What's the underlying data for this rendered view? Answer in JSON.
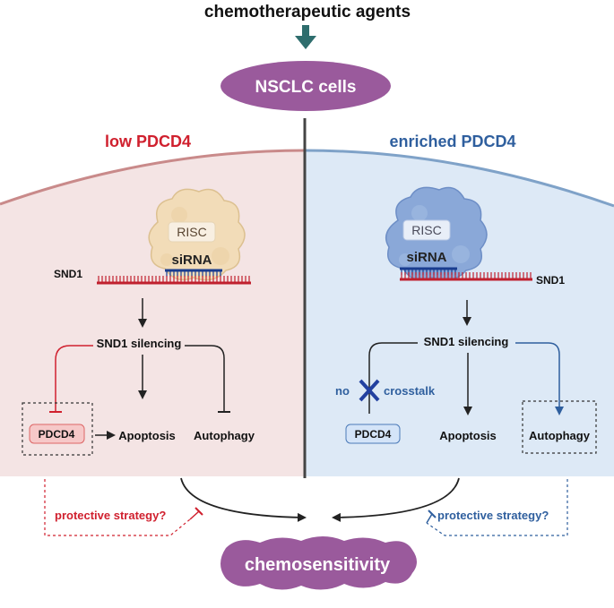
{
  "header": {
    "title": "chemotherapeutic agents"
  },
  "center_node": {
    "label": "NSCLC cells"
  },
  "left_panel": {
    "title": "low PDCD4",
    "risc": "RISC",
    "sirna": "siRNA",
    "snd1": "SND1",
    "silencing": "SND1 silencing",
    "pdcd4": "PDCD4",
    "apoptosis": "Apoptosis",
    "autophagy": "Autophagy",
    "strategy": "protective strategy?"
  },
  "right_panel": {
    "title": "enriched PDCD4",
    "risc": "RISC",
    "sirna": "siRNA",
    "snd1": "SND1",
    "silencing": "SND1 silencing",
    "no_word": "no",
    "crosstalk": "crosstalk",
    "pdcd4": "PDCD4",
    "apoptosis": "Apoptosis",
    "autophagy": "Autophagy",
    "strategy": "protective strategy?"
  },
  "footer": {
    "outcome": "chemosensitivity"
  },
  "colors": {
    "left_accent": "#d0202e",
    "right_accent": "#2f5f9e",
    "purple": "#9a5a9c",
    "left_bg": "#f4e4e4",
    "right_bg": "#dde9f6"
  }
}
